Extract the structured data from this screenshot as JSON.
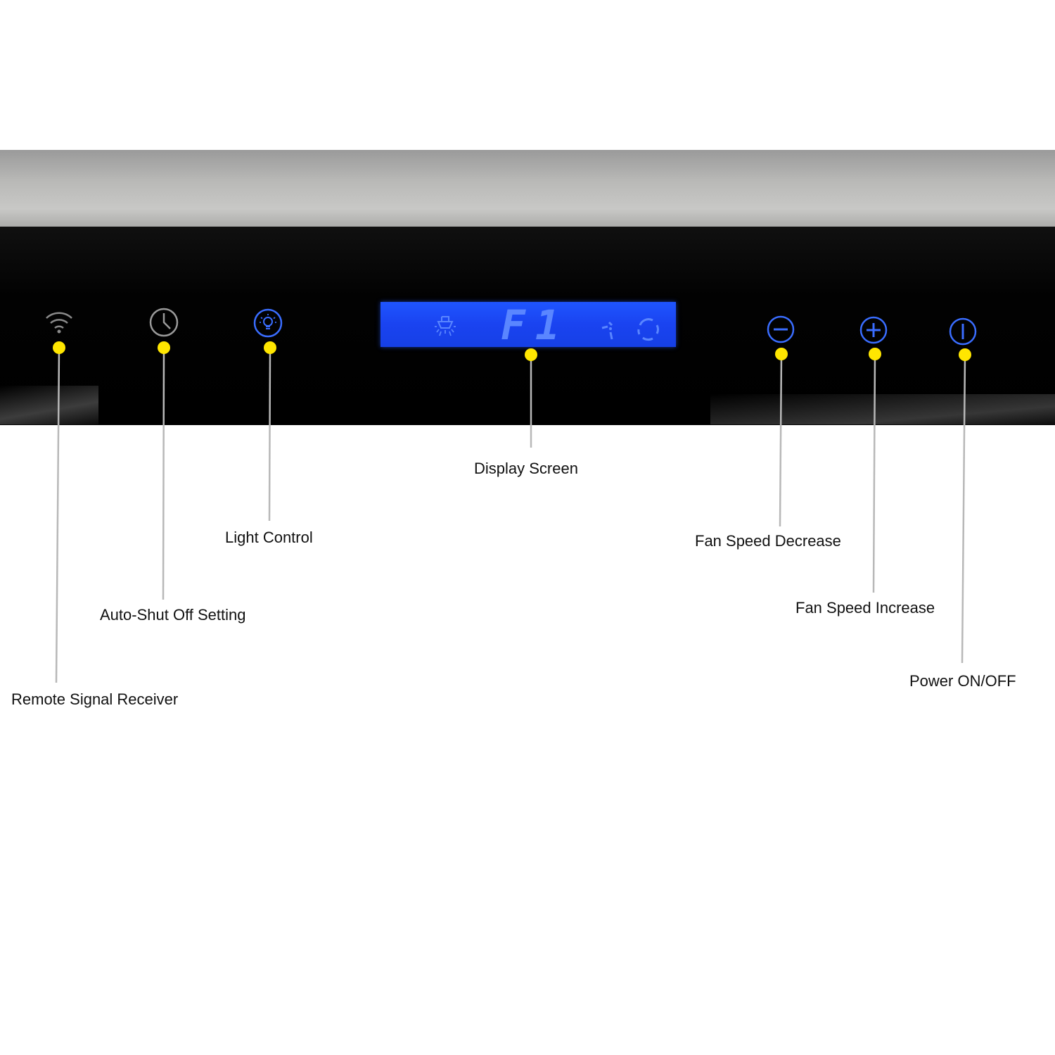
{
  "display": {
    "code": "F1"
  },
  "labels": {
    "remote": "Remote Signal Receiver",
    "auto_shut_off": "Auto-Shut Off Setting",
    "light": "Light Control",
    "display_screen": "Display Screen",
    "fan_decrease": "Fan Speed Decrease",
    "fan_increase": "Fan Speed Increase",
    "power": "Power ON/OFF"
  },
  "icons": [
    "wifi-icon",
    "clock-icon",
    "light-bulb-icon",
    "minus-icon",
    "plus-icon",
    "power-icon",
    "fan-icon",
    "cycle-icon",
    "range-hood-icon"
  ],
  "colors": {
    "accent_blue": "#3a6dff",
    "lcd_blue": "#1a43f0",
    "marker_yellow": "#ffe600"
  }
}
